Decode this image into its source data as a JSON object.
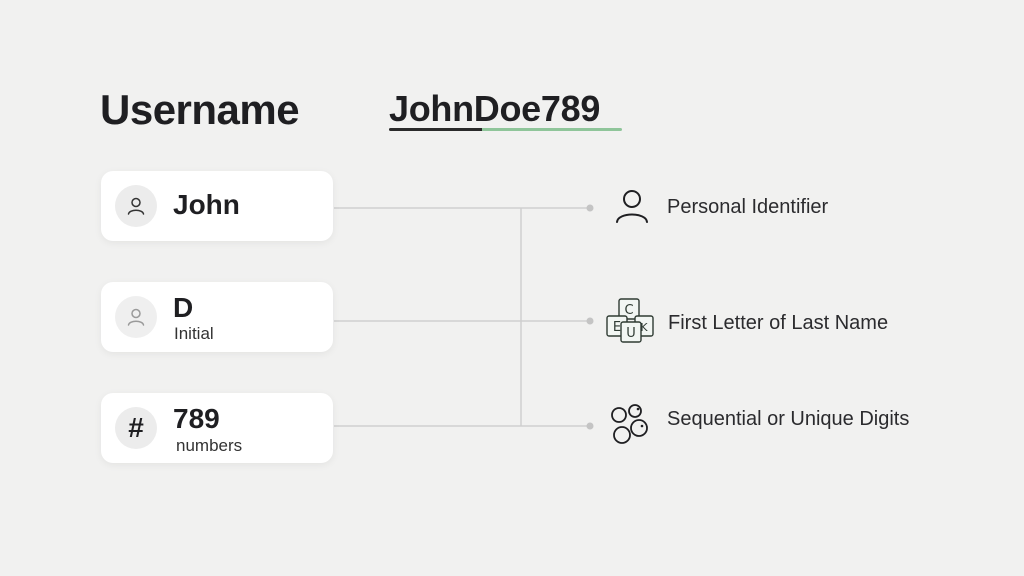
{
  "header": {
    "title": "Username",
    "example_username": "JohnDoe789"
  },
  "components": [
    {
      "value": "John",
      "caption": "",
      "icon": "user-icon"
    },
    {
      "value": "D",
      "caption": "Initial",
      "icon": "user-icon"
    },
    {
      "value": "789",
      "caption": "numbers",
      "icon": "hash-icon",
      "icon_glyph": "#"
    }
  ],
  "meanings": [
    {
      "label": "Personal Identifier",
      "icon": "person-icon"
    },
    {
      "label": "First Letter of Last Name",
      "icon": "letter-blocks-icon",
      "block_letters": [
        "C",
        "E",
        "U",
        "K"
      ]
    },
    {
      "label": "Sequential or Unique Digits",
      "icon": "balls-icon"
    }
  ],
  "colors": {
    "background": "#f1f1f0",
    "underline_dark": "#2a2a2a",
    "underline_accent": "#8fc59a",
    "connector": "#cfcfcf"
  }
}
